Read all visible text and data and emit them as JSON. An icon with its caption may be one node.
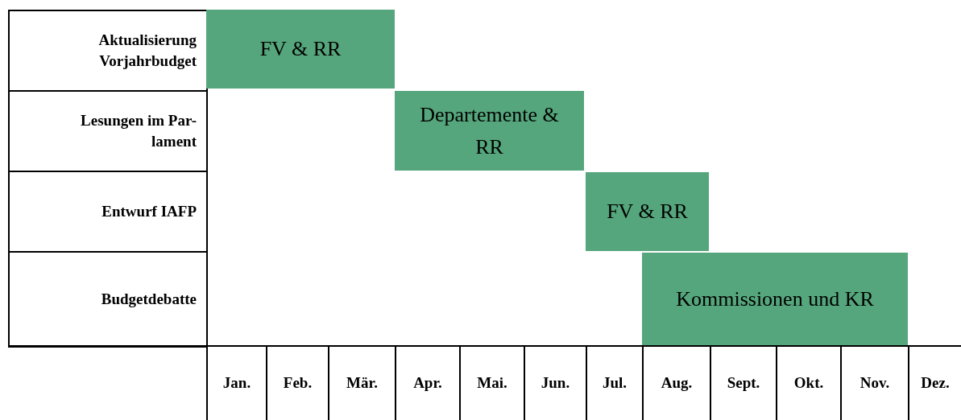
{
  "diagram": {
    "nodes": [
      {
        "text": [
          "Aktualisierung Vorjahrbudget"
        ]
      },
      {
        "text": [
          "Lesungen im Par-lament"
        ]
      },
      {
        "text": [
          "Entwurf IAFP"
        ]
      },
      {
        "text": [
          "Budgetdebatte"
        ]
      },
      {
        "text": [
          "FV & RR"
        ]
      },
      {
        "text": [
          "Departemente & RR"
        ]
      },
      {
        "text": [
          "FV & RR"
        ]
      },
      {
        "text": [
          "Kommissionen und KR"
        ]
      }
    ],
    "labels": [
      "Jan.",
      "Feb.",
      "Mär.",
      "Apr.",
      "Mai.",
      "Jun.",
      "Jul.",
      "Aug.",
      "Sept.",
      "Okt.",
      "Nov.",
      "Dez."
    ]
  }
}
